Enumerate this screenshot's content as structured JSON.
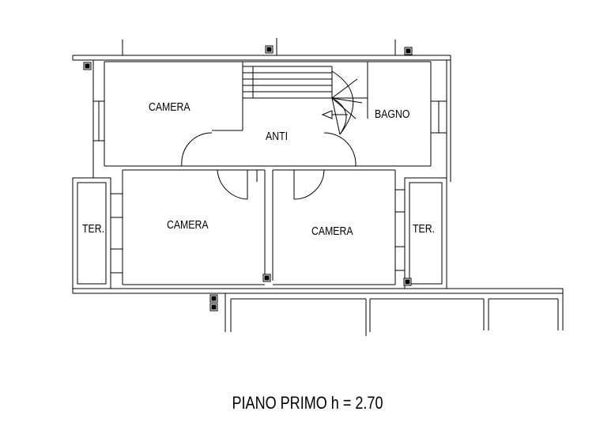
{
  "rooms": {
    "camera_top": "CAMERA",
    "anti": "ANTI",
    "bagno": "BAGNO",
    "camera_left": "CAMERA",
    "camera_right": "CAMERA",
    "terrace_left": "TER.",
    "terrace_right": "TER."
  },
  "caption": "PIANO PRIMO h = 2.70",
  "colors": {
    "line": "#000000",
    "background": "#ffffff"
  }
}
